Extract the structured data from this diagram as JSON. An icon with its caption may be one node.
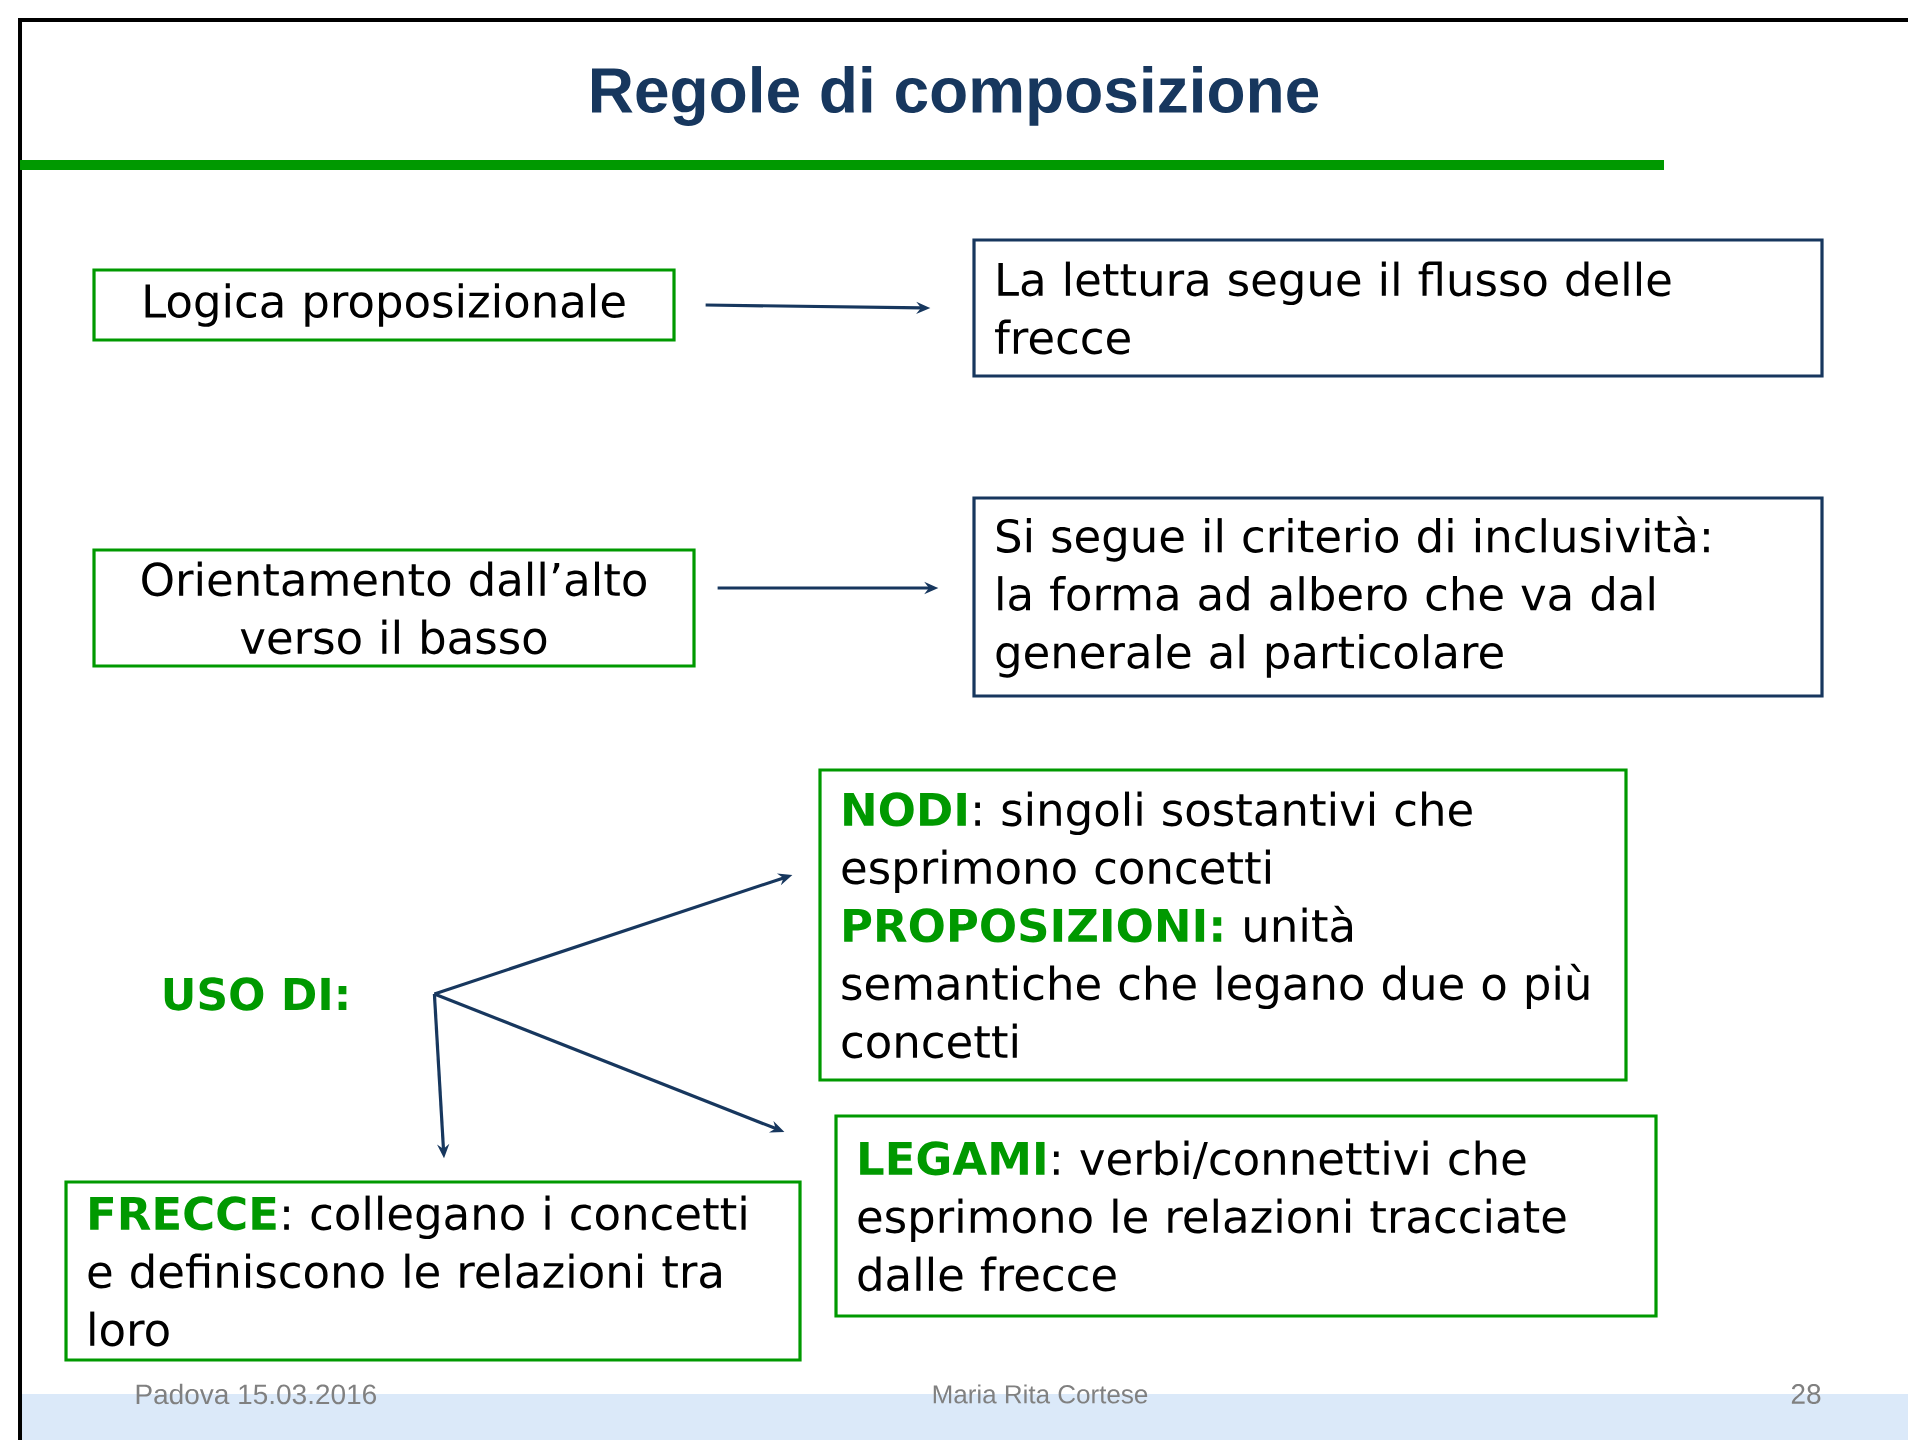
{
  "diagram": {
    "title": "Regole di composizione",
    "nodes": [
      {
        "text": [
          "Logica proposizionale"
        ]
      },
      {
        "text": [
          "La lettura segue il flusso delle frecce"
        ]
      },
      {
        "text": [
          "Orientamento dall’alto verso il basso"
        ]
      },
      {
        "text": [
          "Si segue il criterio di inclusività: la forma ad albero che va dal generale al particolare"
        ]
      },
      {
        "text": [
          "USO DI:"
        ]
      },
      {
        "text": [
          "**NODI**: singoli sostantivi che esprimono concetti",
          "**PROPOSIZIONI:** unità semantiche che legano due o più concetti"
        ]
      },
      {
        "text": [
          "**LEGAMI**: verbi/connettivi che esprimono le relazioni tracciate dalle frecce"
        ]
      },
      {
        "text": [
          "**FRECCE**: collegano i concetti e definiscono le relazioni tra loro"
        ]
      }
    ],
    "edges": [
      {
        "from": 0,
        "to": 1,
        "arrow": "to"
      },
      {
        "from": 2,
        "to": 3,
        "arrow": "to"
      },
      {
        "from": 4,
        "to": 5,
        "arrow": "to"
      },
      {
        "from": 4,
        "to": 6,
        "arrow": "to"
      },
      {
        "from": 4,
        "to": 7,
        "arrow": "to"
      }
    ],
    "labels": [
      "Padova 15.03.2016",
      "Maria Rita Cortese",
      "28"
    ]
  }
}
